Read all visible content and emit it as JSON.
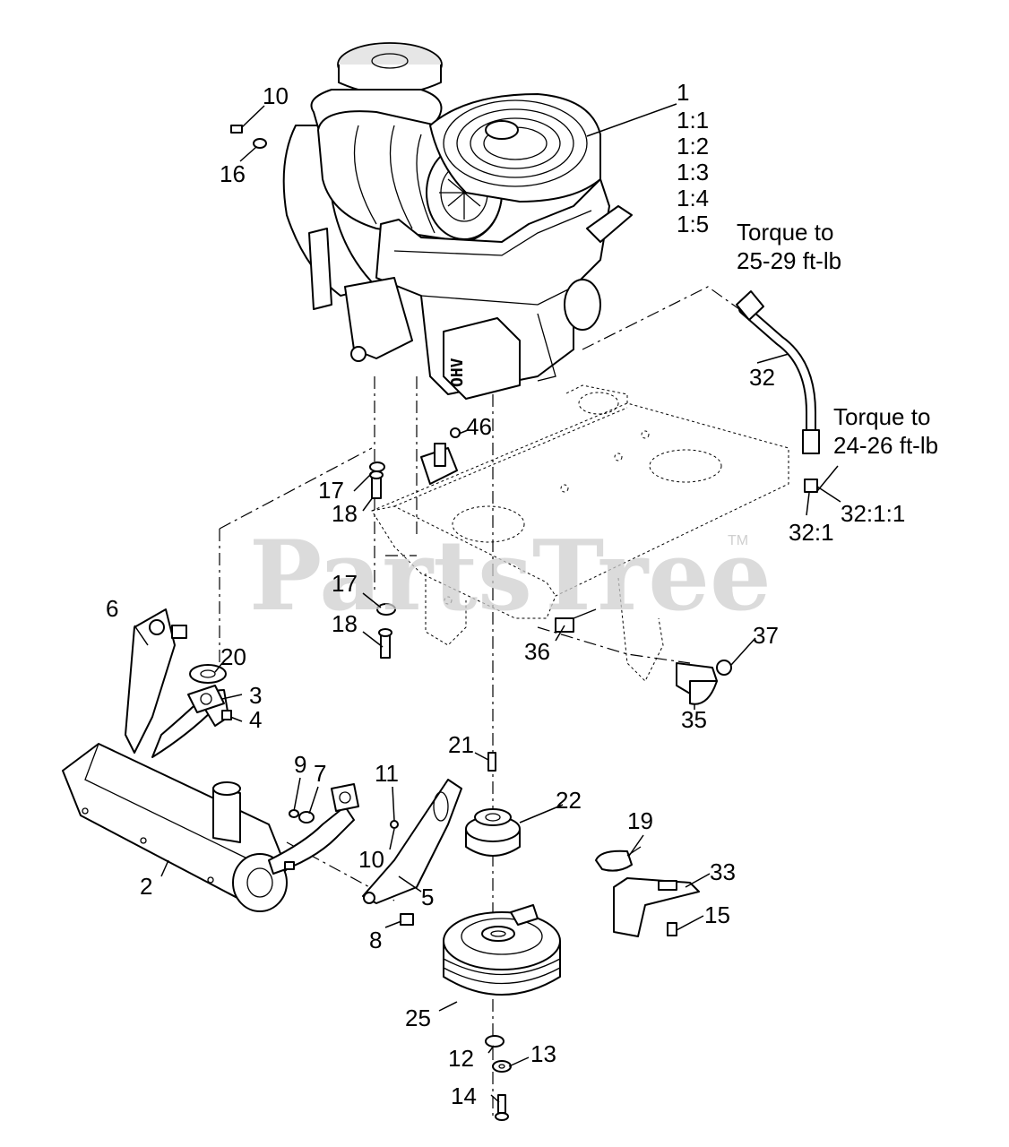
{
  "watermark": {
    "text": "PartsTree",
    "tm": "TM"
  },
  "notes": {
    "torque_hose_top_line1": "Torque to",
    "torque_hose_top_line2": "25-29 ft-lb",
    "torque_hose_bottom_line1": "Torque to",
    "torque_hose_bottom_line2": "24-26 ft-lb"
  },
  "engine_decal": "OHV",
  "callouts": {
    "c1": "1",
    "c1_1": "1:1",
    "c1_2": "1:2",
    "c1_3": "1:3",
    "c1_4": "1:4",
    "c1_5": "1:5",
    "c2": "2",
    "c3": "3",
    "c4": "4",
    "c5": "5",
    "c6": "6",
    "c7": "7",
    "c8": "8",
    "c9": "9",
    "c10a": "10",
    "c10b": "10",
    "c11": "11",
    "c12": "12",
    "c13": "13",
    "c14": "14",
    "c15": "15",
    "c16": "16",
    "c17a": "17",
    "c17b": "17",
    "c18a": "18",
    "c18b": "18",
    "c19": "19",
    "c20": "20",
    "c21": "21",
    "c22": "22",
    "c25": "25",
    "c32": "32",
    "c32_1": "32:1",
    "c32_1_1": "32:1:1",
    "c33": "33",
    "c35": "35",
    "c36": "36",
    "c37": "37",
    "c46": "46"
  }
}
